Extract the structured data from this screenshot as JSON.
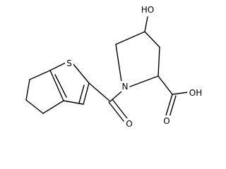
{
  "molecule": {
    "atom_labels": {
      "sulfur": "S",
      "nitrogen": "N",
      "hydroxyl": "HO",
      "carbonyl_oxygen": "O",
      "acid_group": "OH",
      "acid_oxygen": "O"
    }
  }
}
